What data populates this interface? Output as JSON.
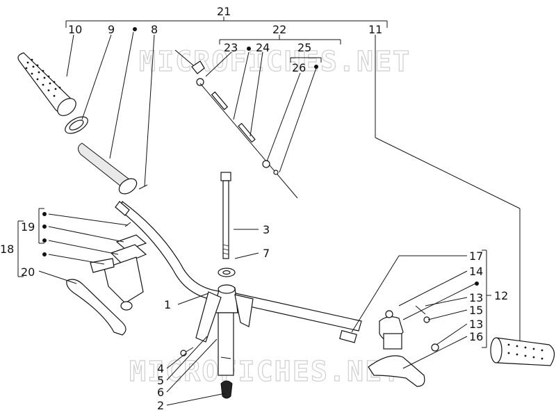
{
  "watermark": "MICROFICHES.NET",
  "callouts": {
    "n1": "1",
    "n2": "2",
    "n3": "3",
    "n4": "4",
    "n5": "5",
    "n6": "6",
    "n7": "7",
    "n8": "8",
    "n9": "9",
    "n10": "10",
    "n11": "11",
    "n12": "12",
    "n13a": "13",
    "n13b": "13",
    "n14": "14",
    "n15": "15",
    "n16": "16",
    "n17": "17",
    "n18": "18",
    "n19": "19",
    "n20": "20",
    "n21": "21",
    "n22": "22",
    "n23": "23",
    "n24": "24",
    "n25": "25",
    "n26": "26"
  }
}
